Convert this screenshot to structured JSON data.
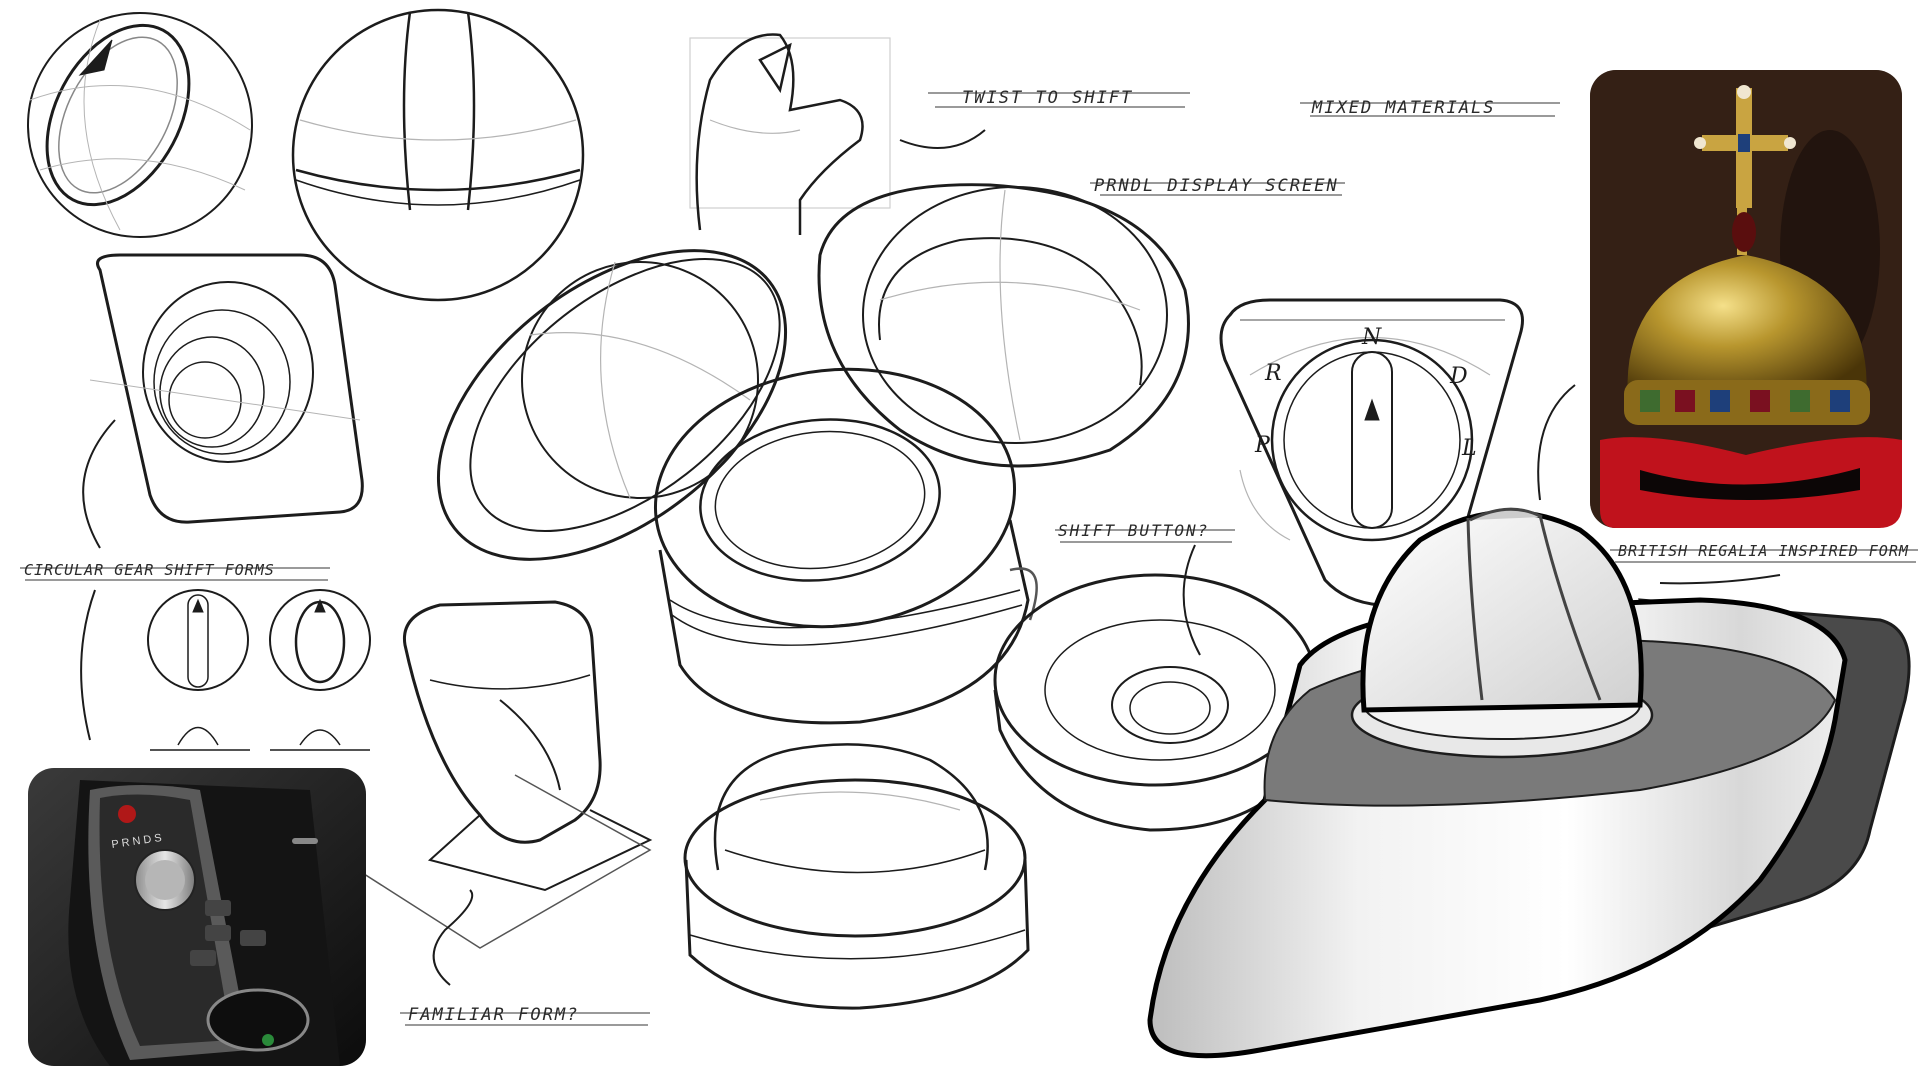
{
  "annotations": {
    "twist_to_shift": "TWIST TO SHIFT",
    "mixed_materials": "MIXED MATERIALS",
    "prndl_display": "PRNDL DISPLAY SCREEN",
    "circular_forms": "CIRCULAR GEAR SHIFT FORMS",
    "shift_button": "SHIFT BUTTON?",
    "british_regalia": "BRITISH REGALIA INSPIRED FORM",
    "familiar_form": "FAMILIAR FORM?"
  },
  "dial_letters": {
    "n": "N",
    "r": "R",
    "d": "D",
    "p": "P",
    "l": "L"
  },
  "console_photo": {
    "gear_letters": "P R N D S"
  },
  "colors": {
    "ink": "#1c1c1c",
    "construction": "#b4b4b4",
    "orb_gold": "#b8962e",
    "velvet_red": "#c0121c",
    "console_dark": "#1a1a1a"
  }
}
